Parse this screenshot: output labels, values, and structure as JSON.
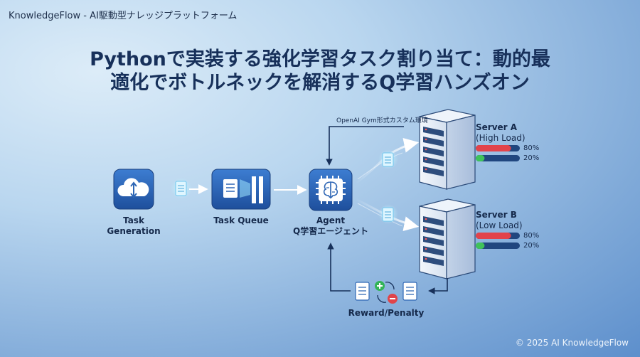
{
  "header": {
    "brand": "KnowledgeFlow - AI駆動型ナレッジプラットフォーム"
  },
  "title": {
    "line1": "Pythonで実装する強化学習タスク割り当て：動的最",
    "line2": "適化でボトルネックを解消するQ学習ハンズオン"
  },
  "diagram": {
    "task_generation": {
      "line1": "Task",
      "line2": "Generation"
    },
    "task_queue": "Task Queue",
    "agent": {
      "line1": "Agent",
      "line2": "Q学習エージェント"
    },
    "environment_label": "OpenAI Gym形式カスタム環境",
    "server_a": {
      "name": "Server A",
      "load": "(High Load)",
      "bar1_label": "80%",
      "bar1_fill": 0.8,
      "bar1_color": "#e2434b",
      "bar2_label": "20%",
      "bar2_fill": 0.2,
      "bar2_color": "#3fc25a"
    },
    "server_b": {
      "name": "Server B",
      "load": "(Low Load)",
      "bar1_label": "80%",
      "bar1_fill": 0.8,
      "bar1_color": "#e2434b",
      "bar2_label": "20%",
      "bar2_fill": 0.2,
      "bar2_color": "#3fc25a"
    },
    "reward": "Reward/Penalty"
  },
  "footer": {
    "copyright": "© 2025 AI KnowledgeFlow"
  },
  "colors": {
    "navy": "#17305a",
    "icon_blue": "#2f67b5",
    "glow": "#8fe3ff"
  },
  "icons": [
    "cloud-upload-icon",
    "document-icon",
    "brain-chip-icon",
    "server-rack-icon",
    "plus-icon",
    "minus-icon",
    "refresh-icon"
  ]
}
